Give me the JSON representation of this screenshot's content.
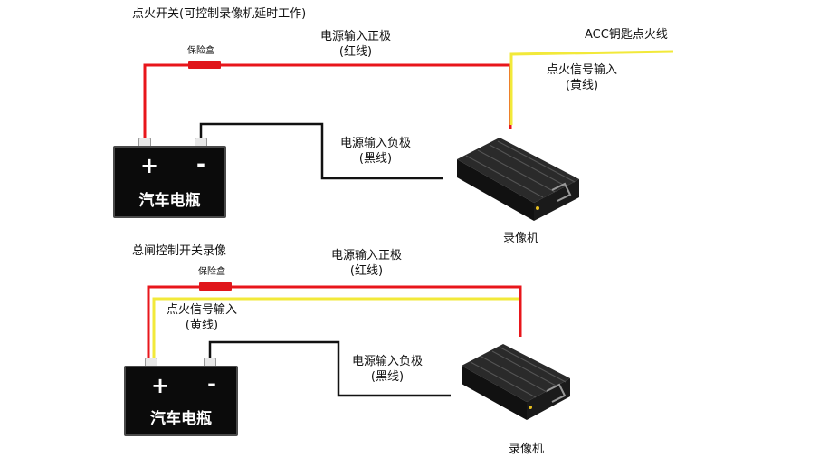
{
  "colors": {
    "positive_wire": "#e8161b",
    "acc_wire": "#f2e93a",
    "negative_wire": "#111111",
    "battery_body": "#0b0b0b"
  },
  "diagram1": {
    "title": "点火开关(可控制录像机延时工作)",
    "fuse_label": "保险盒",
    "positive_label": "电源输入正极",
    "positive_sub": "(红线)",
    "acc_label": "ACC钥匙点火线",
    "ignition_label": "点火信号输入",
    "ignition_sub": "(黄线)",
    "negative_label": "电源输入负极",
    "negative_sub": "(黑线)",
    "battery_plus": "+",
    "battery_minus": "-",
    "battery_name": "汽车电瓶",
    "recorder_label": "录像机"
  },
  "diagram2": {
    "title": "总闸控制开关录像",
    "fuse_label": "保险盒",
    "positive_label": "电源输入正极",
    "positive_sub": "(红线)",
    "ignition_label": "点火信号输入",
    "ignition_sub": "(黄线)",
    "negative_label": "电源输入负极",
    "negative_sub": "(黑线)",
    "battery_plus": "+",
    "battery_minus": "-",
    "battery_name": "汽车电瓶",
    "recorder_label": "录像机"
  }
}
